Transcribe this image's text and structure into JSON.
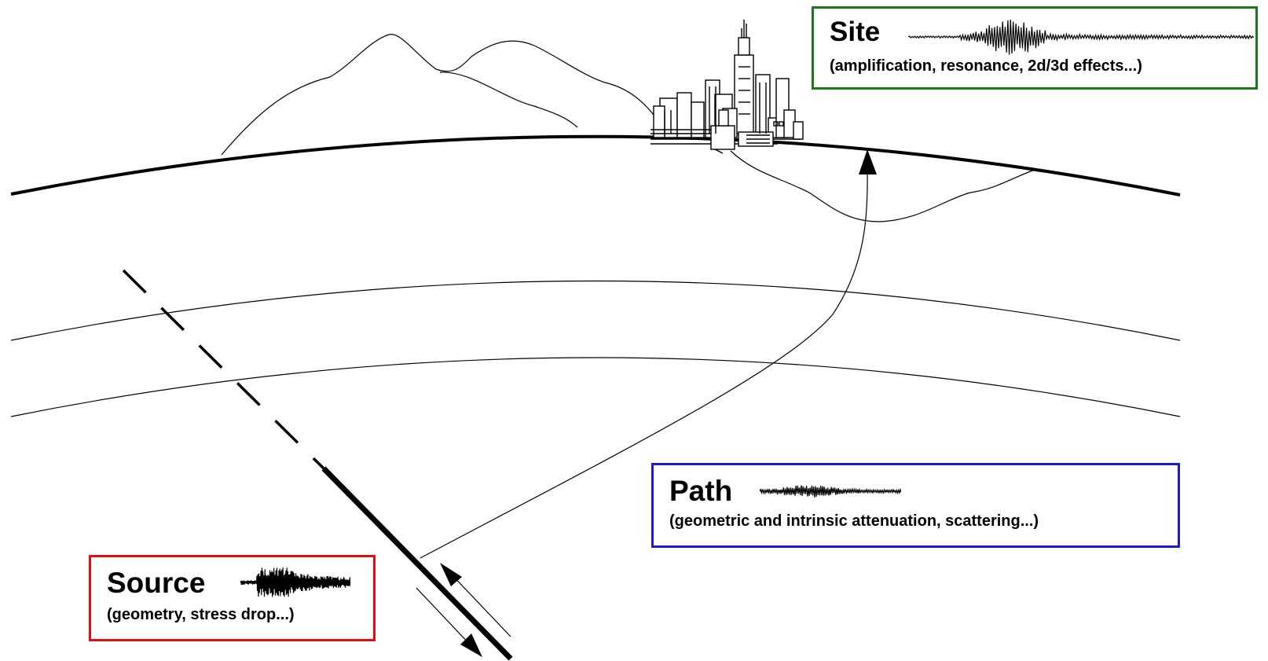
{
  "labels": {
    "site": {
      "title": "Site",
      "subtitle": "(amplification, resonance,  2d/3d effects...)",
      "border_color": "#1a7a1a"
    },
    "path": {
      "title": "Path",
      "subtitle": "(geometric and intrinsic attenuation, scattering...)",
      "border_color": "#1a1ad6"
    },
    "source": {
      "title": "Source",
      "subtitle": "(geometry, stress drop...)",
      "border_color": "#e01010"
    }
  },
  "colors": {
    "line": "#000000",
    "background": "#ffffff"
  }
}
